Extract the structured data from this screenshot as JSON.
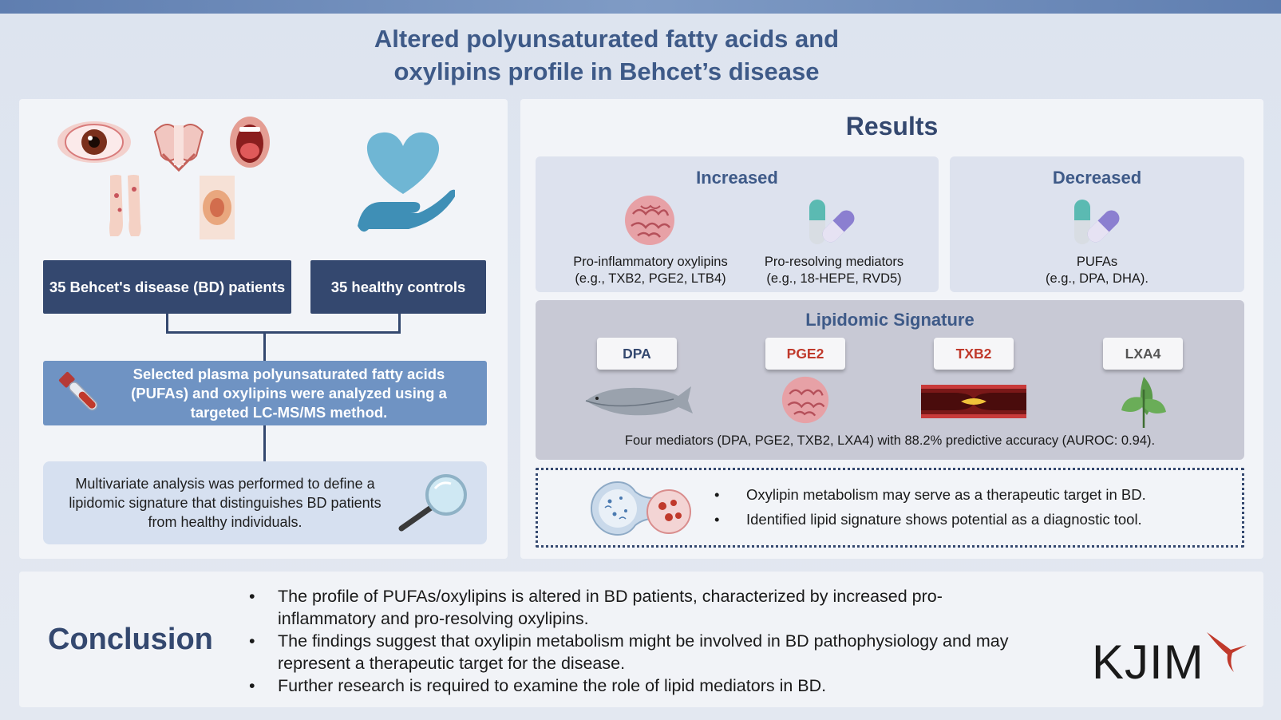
{
  "title": {
    "line1": "Altered polyunsaturated fatty acids and",
    "line2": "oxylipins profile in Behcet’s disease"
  },
  "study": {
    "patients_label": "35 Behcet's disease (BD) patients",
    "controls_label": "35 healthy controls",
    "method_text": "Selected plasma polyunsaturated fatty acids (PUFAs) and oxylipins were analyzed using a targeted LC-MS/MS method.",
    "analysis_text": "Multivariate analysis was performed to define a lipidomic signature that distinguishes BD patients from healthy individuals."
  },
  "results": {
    "title": "Results",
    "increased": {
      "title": "Increased",
      "items": [
        {
          "line1": "Pro-inflammatory oxylipins",
          "line2": "(e.g., TXB2, PGE2, LTB4)"
        },
        {
          "line1": "Pro-resolving mediators",
          "line2": "(e.g., 18-HEPE, RVD5)"
        }
      ]
    },
    "decreased": {
      "title": "Decreased",
      "line1": "PUFAs",
      "line2": "(e.g., DPA, DHA)."
    },
    "signature": {
      "title": "Lipidomic Signature",
      "tags": [
        {
          "label": "DPA",
          "color": "#34486f"
        },
        {
          "label": "PGE2",
          "color": "#c0392b"
        },
        {
          "label": "TXB2",
          "color": "#c0392b"
        },
        {
          "label": "LXA4",
          "color": "#555555"
        }
      ],
      "caption": "Four mediators (DPA, PGE2, TXB2, LXA4) with 88.2% predictive accuracy (AUROC: 0.94)."
    },
    "implications": [
      "Oxylipin metabolism may serve as a therapeutic target in BD.",
      "Identified lipid signature shows potential as a diagnostic tool."
    ]
  },
  "conclusion": {
    "title": "Conclusion",
    "items": [
      "The profile of PUFAs/oxylipins is altered in BD patients, characterized by increased pro-inflammatory and pro-resolving oxylipins.",
      "The findings suggest that oxylipin metabolism might be involved in BD pathophysiology and may represent a therapeutic target for the disease.",
      "Further research is required to examine the role of lipid mediators in BD."
    ]
  },
  "logo": {
    "text": "KJIM"
  },
  "colors": {
    "navy": "#34486f",
    "accent_blue": "#6f93c3",
    "red": "#c0392b"
  }
}
